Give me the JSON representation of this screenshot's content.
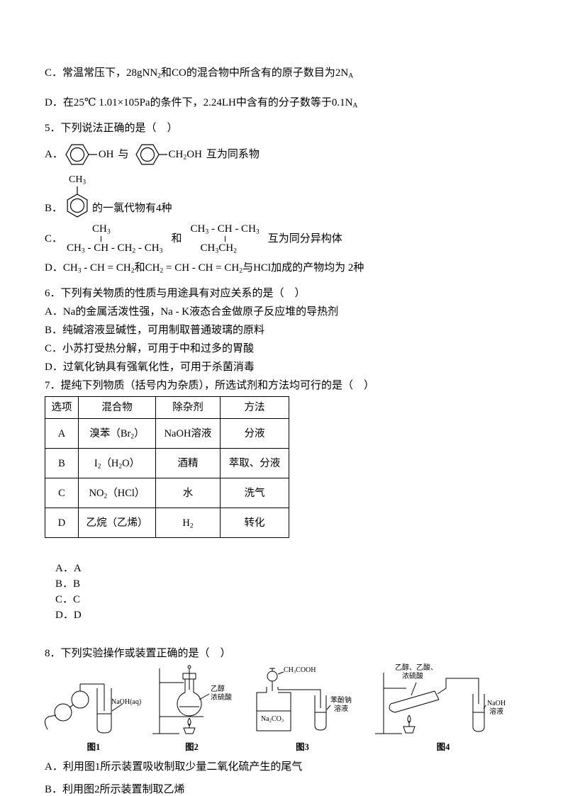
{
  "doc": {
    "q4": {
      "c": [
        {
          "t": "C．常温常压下，28gNN"
        },
        {
          "t": "2",
          "s": "sub"
        },
        {
          "t": "和CO的混合物中所含有的原子数目为2N"
        },
        {
          "t": "A",
          "s": "sub"
        }
      ],
      "d": [
        {
          "t": "D．在25℃ 1.01×105Pa的条件下，2.24LH中含有的分子数等于0.1N"
        },
        {
          "t": "A",
          "s": "sub"
        }
      ]
    },
    "q5": {
      "stem": "5．下列说法正确的是（    ）",
      "a": {
        "label": "A．",
        "phenol_group": "OH",
        "joiner": "与",
        "benzyl_group": [
          {
            "t": "CH"
          },
          {
            "t": "2",
            "s": "sub"
          },
          {
            "t": "OH"
          }
        ],
        "tail": "互为同系物"
      },
      "b": {
        "label": "B．",
        "methyl": [
          {
            "t": "CH"
          },
          {
            "t": "3",
            "s": "sub"
          }
        ],
        "tail": "的一氯代物有4种"
      },
      "c": {
        "label": "C．",
        "s1_top": [
          {
            "t": "CH"
          },
          {
            "t": "3",
            "s": "sub"
          }
        ],
        "s1_bottom": [
          {
            "t": "CH"
          },
          {
            "t": "3",
            "s": "sub"
          },
          {
            "t": " - CH - CH"
          },
          {
            "t": "2",
            "s": "sub"
          },
          {
            "t": " - CH"
          },
          {
            "t": "3",
            "s": "sub"
          }
        ],
        "joiner": "和",
        "s2_top": [
          {
            "t": "CH"
          },
          {
            "t": "3",
            "s": "sub"
          },
          {
            "t": " - CH - CH"
          },
          {
            "t": "3",
            "s": "sub"
          }
        ],
        "s2_bottom": [
          {
            "t": "CH"
          },
          {
            "t": "3",
            "s": "sub"
          },
          {
            "t": "CH"
          },
          {
            "t": "2",
            "s": "sub"
          }
        ],
        "tail": "互为同分异构体"
      },
      "d": [
        {
          "t": "D．CH"
        },
        {
          "t": "3",
          "s": "sub"
        },
        {
          "t": " - CH = CH"
        },
        {
          "t": "2",
          "s": "sub"
        },
        {
          "t": "和CH"
        },
        {
          "t": "2",
          "s": "sub"
        },
        {
          "t": " = CH - CH = CH"
        },
        {
          "t": "2",
          "s": "sub"
        },
        {
          "t": "与HCl加成的产物均为 2种"
        }
      ]
    },
    "q6": {
      "stem": "6．下列有关物质的性质与用途具有对应关系的是（    ）",
      "a": "A．Na的金属活泼性强，Na - K液态合金做原子反应堆的导热剂",
      "b": "B．纯碱溶液显碱性，可用制取普通玻璃的原料",
      "c": "C．小苏打受热分解，可用于中和过多的胃酸",
      "d": "D．过氧化钠具有强氧化性，可用于杀菌消毒"
    },
    "q7": {
      "stem": "7．提纯下列物质（括号内为杂质），所选试剂和方法均可行的是（    ）",
      "table": {
        "headers": [
          "选项",
          "混合物",
          "除杂剂",
          "方法"
        ],
        "rows": [
          {
            "option": "A",
            "mixture": [
              {
                "t": "溴苯（Br"
              },
              {
                "t": "2",
                "s": "sub"
              },
              {
                "t": "）"
              }
            ],
            "reagent": [
              {
                "t": "NaOH溶液"
              }
            ],
            "method": "分液"
          },
          {
            "option": "B",
            "mixture": [
              {
                "t": "I"
              },
              {
                "t": "2",
                "s": "sub"
              },
              {
                "t": "（H"
              },
              {
                "t": "2",
                "s": "sub"
              },
              {
                "t": "O）"
              }
            ],
            "reagent": [
              {
                "t": "酒精"
              }
            ],
            "method": "萃取、分液"
          },
          {
            "option": "C",
            "mixture": [
              {
                "t": "NO"
              },
              {
                "t": "2",
                "s": "sub"
              },
              {
                "t": "（HCl）"
              }
            ],
            "reagent": [
              {
                "t": "水"
              }
            ],
            "method": "洗气"
          },
          {
            "option": "D",
            "mixture": [
              {
                "t": "乙烷（乙烯）"
              }
            ],
            "reagent": [
              {
                "t": "H"
              },
              {
                "t": "2",
                "s": "sub"
              }
            ],
            "method": "转化"
          }
        ]
      },
      "answers": [
        "A．A",
        "B．B",
        "C．C",
        "D．D"
      ]
    },
    "q8": {
      "stem": "8．下列实验操作或装置正确的是（    ）",
      "fig1": {
        "caption": "图1",
        "solution": "NaOH(aq)"
      },
      "fig2": {
        "caption": "图2",
        "label_line1": "乙醇",
        "label_line2": "浓硫酸"
      },
      "fig3": {
        "caption": "图3",
        "funnel": [
          {
            "t": "CH"
          },
          {
            "t": "3",
            "s": "sub"
          },
          {
            "t": "COOH"
          }
        ],
        "bottle": [
          {
            "t": "Na"
          },
          {
            "t": "2",
            "s": "sub"
          },
          {
            "t": "CO"
          },
          {
            "t": "3",
            "s": "sub"
          }
        ],
        "tube_line1": "苯酚钠",
        "tube_line2": "溶液"
      },
      "fig4": {
        "caption": "图4",
        "label_line1": "乙醇、乙酸、",
        "label_line2": "浓硫酸",
        "tube_line1": "NaOH",
        "tube_line2": "溶液"
      },
      "a": "A．利用图1所示装置吸收制取少量二氧化硫产生的尾气",
      "b": "B．利用图2所示装置制取乙烯"
    }
  }
}
